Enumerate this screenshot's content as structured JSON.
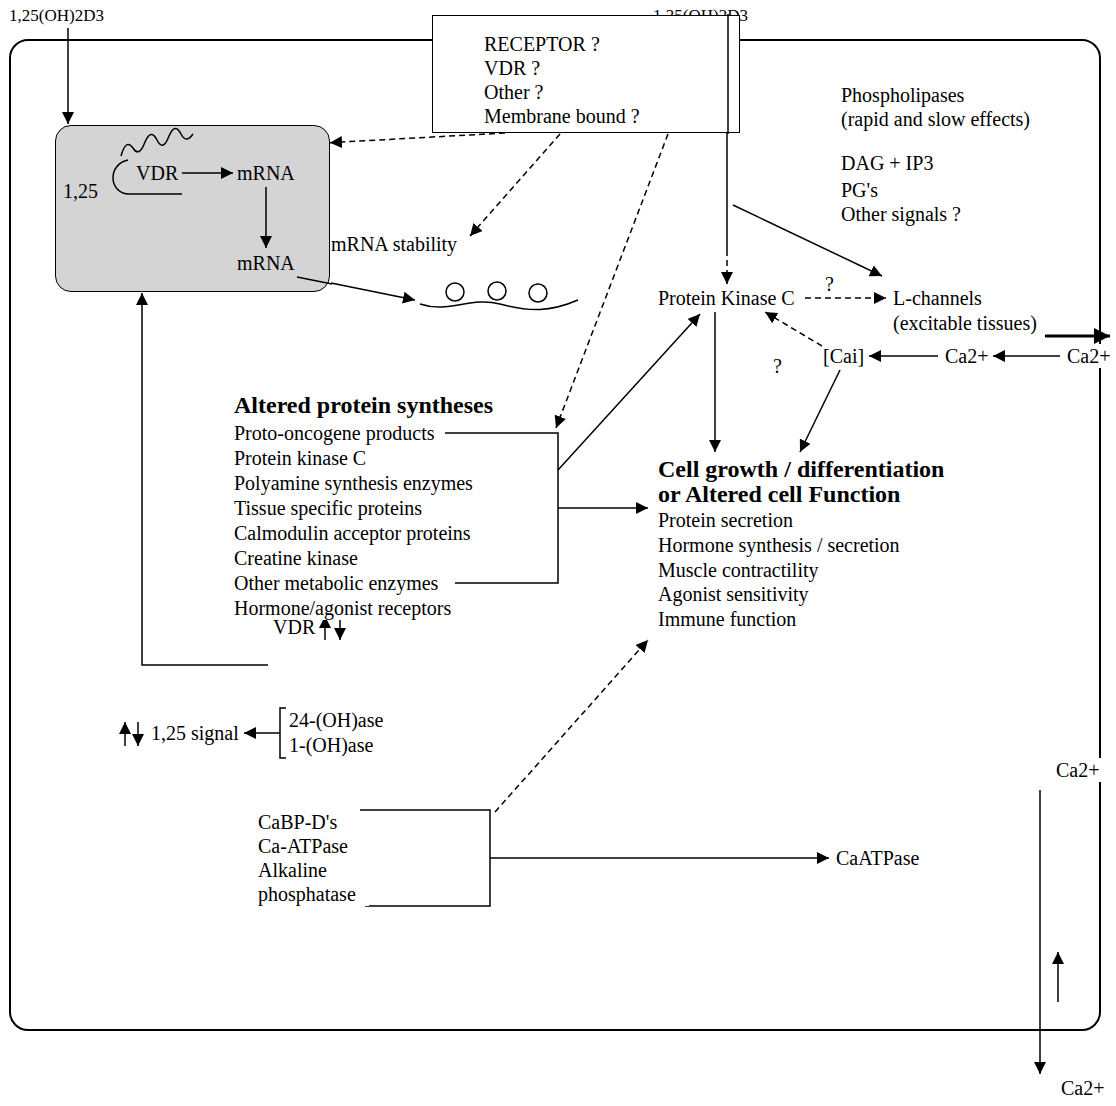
{
  "diagram": {
    "nodes": [
      {
        "text": [
          "RECEPTOR ?",
          "VDR ?",
          "Other ?",
          "Membrane bound ?"
        ]
      },
      {
        "text": [
          "1,25",
          "VDR",
          "mRNA",
          "mRNA"
        ]
      }
    ],
    "edges": [
      {
        "from": 0,
        "to": 1,
        "arrow": "to"
      }
    ],
    "labels": [
      "1,25(OH)2D3",
      "1,25(OH)2D3",
      "Phospholipases",
      "(rapid and slow effects)",
      "DAG + IP3",
      "PG's",
      "Other signals ?",
      "mRNA stability",
      "Protein Kinase C",
      "?",
      "L-channels",
      "(excitable tissues)",
      "?",
      "[Cai]",
      "Ca2+",
      "Ca2+",
      "Altered protein syntheses",
      "Proto-oncogene products",
      "Protein kinase C",
      "Polyamine synthesis enzymes",
      "Tissue specific proteins",
      "Calmodulin acceptor proteins",
      "Creatine kinase",
      "Other metabolic enzymes",
      "Hormone/agonist receptors",
      "Cell growth / differentiation or Altered cell Function",
      "Protein secretion",
      "Hormone synthesis / secretion",
      "Muscle contractility",
      "Agonist sensitivity",
      "Immune function",
      "VDR",
      "24-(OH)ase",
      "1-(OH)ase",
      "1,25 signal",
      "CaBP-D's",
      "Ca-ATPase",
      "Alkaline phosphatase",
      "CaATPase",
      "Ca2+",
      "Ca2+"
    ]
  }
}
